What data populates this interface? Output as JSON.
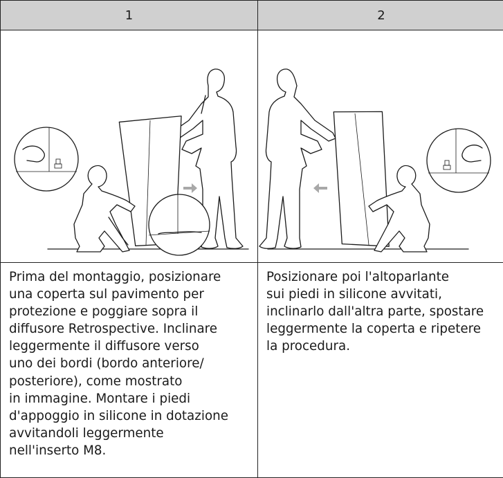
{
  "steps": [
    {
      "number": "1",
      "text": "Prima del montaggio, posizionare\nuna coperta sul pavimento per\nprotezione e poggiare sopra il\ndiffusore Retrospective. Inclinare\nleggermente il diffusore verso\nuno dei bordi (bordo anteriore/\nposteriore), come mostrato\nin immagine. Montare i piedi\nd'appoggio in silicone in dotazione\navvitandoli leggermente\nnell'inserto M8."
    },
    {
      "number": "2",
      "text": "Posizionare poi l'altoparlante\nsui piedi in silicone avvitati,\ninclinarlo dall'altra parte, spostare\nleggermente la coperta e ripetere\nla procedura."
    }
  ],
  "colors": {
    "header_bg": "#d0d0d0",
    "arrow": "#a8a8a8",
    "line": "#1a1a1a"
  }
}
